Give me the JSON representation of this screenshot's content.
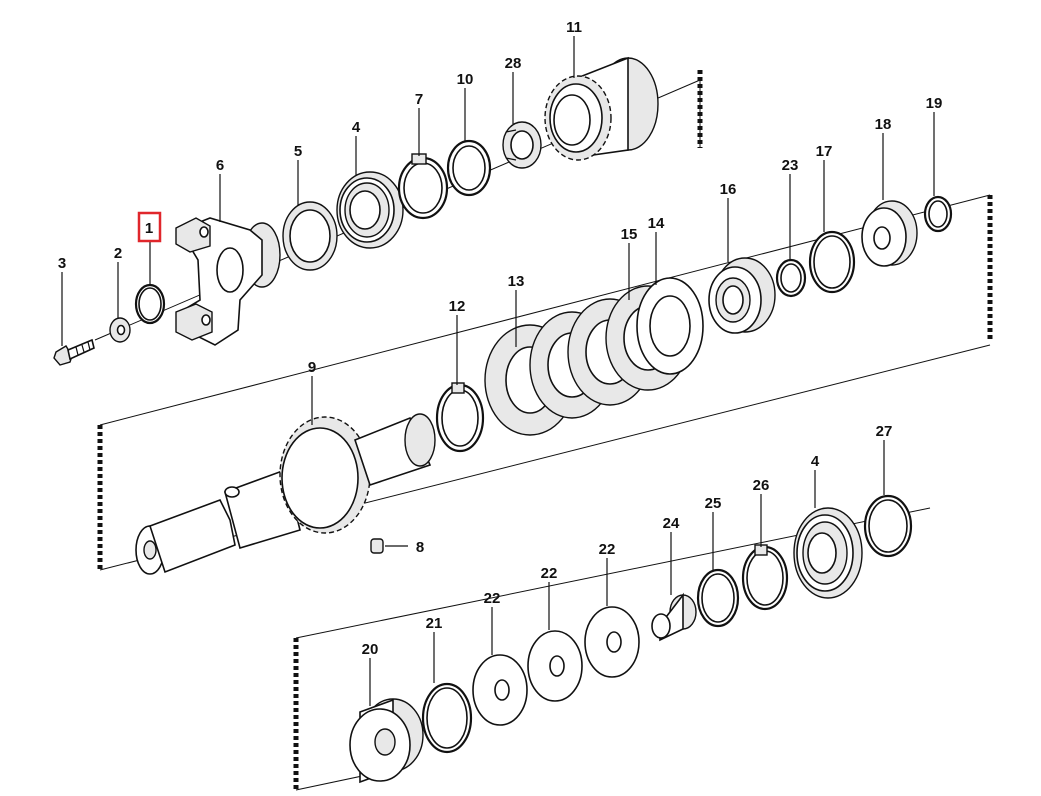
{
  "diagram": {
    "highlighted_part": "1",
    "highlight_color": "#e0262b",
    "labels": [
      "1",
      "2",
      "3",
      "4",
      "5",
      "6",
      "7",
      "8",
      "9",
      "10",
      "11",
      "12",
      "13",
      "14",
      "15",
      "16",
      "17",
      "18",
      "19",
      "20",
      "21",
      "22",
      "23",
      "24",
      "25",
      "26",
      "27",
      "28"
    ]
  }
}
